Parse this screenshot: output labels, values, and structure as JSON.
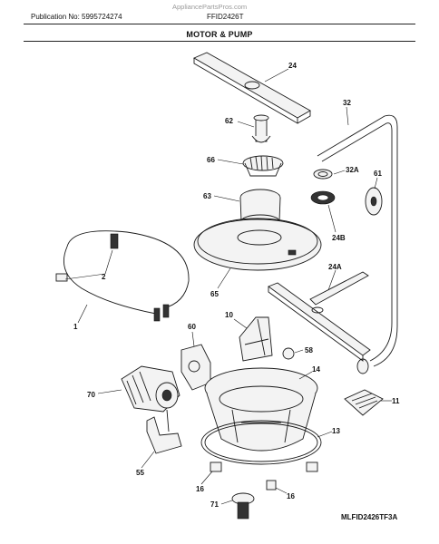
{
  "watermark": "AppliancePartsPros.com",
  "publication": "Publication No: 5995724274",
  "model": "FFID2426T",
  "section_title": "MOTOR & PUMP",
  "footer_code": "MLFID2426TF3A",
  "callouts": {
    "c24": "24",
    "c32": "32",
    "c62": "62",
    "c66": "66",
    "c32a": "32A",
    "c61": "61",
    "c63": "63",
    "c24b": "24B",
    "c2": "2",
    "c65": "65",
    "c24a": "24A",
    "c1": "1",
    "c60": "60",
    "c10": "10",
    "c58": "58",
    "c14": "14",
    "c70": "70",
    "c11": "11",
    "c13": "13",
    "c55": "55",
    "c16a": "16",
    "c16b": "16",
    "c71": "71"
  }
}
